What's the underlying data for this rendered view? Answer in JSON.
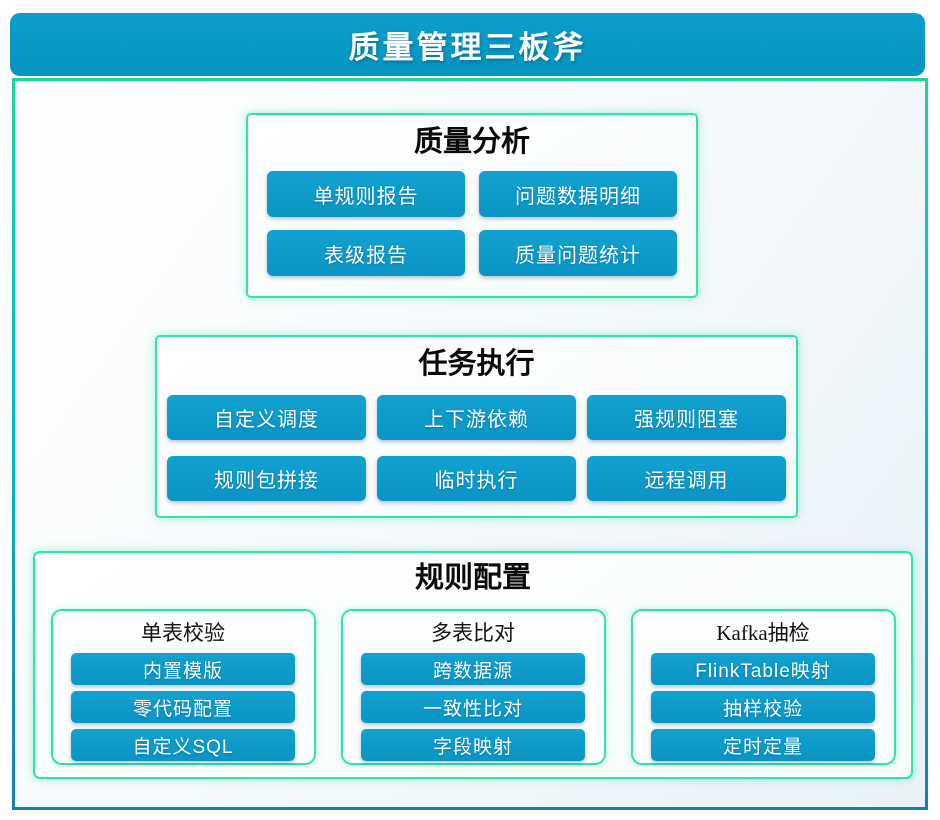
{
  "header": {
    "title": "质量管理三板斧"
  },
  "sections": [
    {
      "title": "质量分析",
      "buttons": [
        "单规则报告",
        "问题数据明细",
        "表级报告",
        "质量问题统计"
      ]
    },
    {
      "title": "任务执行",
      "buttons": [
        "自定义调度",
        "上下游依赖",
        "强规则阻塞",
        "规则包拼接",
        "临时执行",
        "远程调用"
      ]
    },
    {
      "title": "规则配置",
      "groups": [
        {
          "title": "单表校验",
          "buttons": [
            "内置模版",
            "零代码配置",
            "自定义SQL"
          ]
        },
        {
          "title": "多表比对",
          "buttons": [
            "跨数据源",
            "一致性比对",
            "字段映射"
          ]
        },
        {
          "title": "Kafka抽检",
          "buttons": [
            "FlinkTable映射",
            "抽样校验",
            "定时定量"
          ]
        }
      ]
    }
  ],
  "colors": {
    "primary_blue": "#0a98c6",
    "accent_mint": "#2fe3ab",
    "outer_border_top": "#1fd2a0",
    "outer_border_bottom": "#1b7fae",
    "title_text": "#ffffff",
    "section_title_text": "#0a0a0a"
  }
}
